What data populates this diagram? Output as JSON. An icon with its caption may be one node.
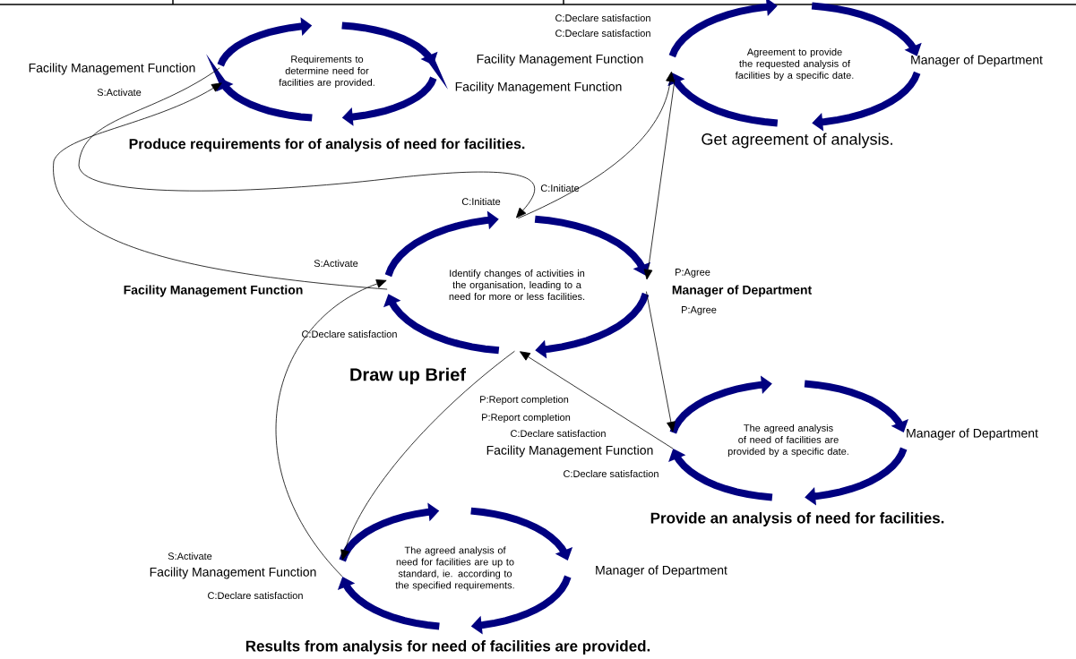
{
  "diagram": {
    "nodes": [
      {
        "text": [
          "Requirements to determine need for facilities are provided.",
          "Produce requirements for of analysis of need for facilities."
        ]
      },
      {
        "text": [
          "Agreement to provide the requested analysis of facilities by a specific date.",
          "Get agreement of analysis."
        ]
      },
      {
        "text": [
          "Identify changes of activities in the organisation, leading to a need for more or less facilities.",
          "Draw up Brief"
        ]
      },
      {
        "text": [
          "The agreed analysis of need of facilities are provided by a specific date.",
          "Provide an analysis of need for facilities."
        ]
      },
      {
        "text": [
          "The agreed analysis of need for facilities are up to standard, ie. according to the specified requirements.",
          "Results from analysis for need of facilities are provided."
        ]
      }
    ],
    "edges": [
      {
        "from": 2,
        "to": 0,
        "arrow": "to"
      },
      {
        "from": 0,
        "to": 2,
        "arrow": "to"
      },
      {
        "from": 2,
        "to": 1,
        "arrow": "to"
      },
      {
        "from": 1,
        "to": 2,
        "arrow": "to"
      },
      {
        "from": 2,
        "to": 3,
        "arrow": "to"
      },
      {
        "from": 3,
        "to": 2,
        "arrow": "to"
      },
      {
        "from": 2,
        "to": 4,
        "arrow": "to"
      },
      {
        "from": 4,
        "to": 2,
        "arrow": "to"
      }
    ],
    "labels": [
      "C:Declare satisfaction",
      "C:Declare satisfaction",
      "Facility Management Function",
      "Manager of Department",
      "Facility Management Function",
      "Facility Management Function",
      "S:Activate",
      "C:Initiate",
      "C:Initiate",
      "S:Activate",
      "P:Agree",
      "Facility Management Function",
      "Manager of Department",
      "P:Agree",
      "C:Declare satisfaction",
      "P:Report completion",
      "P:Report completion",
      "C:Declare satisfaction",
      "Manager of Department",
      "Facility Management Function",
      "C:Declare satisfaction",
      "S:Activate",
      "Manager of Department",
      "Facility Management Function",
      "C:Declare satisfaction"
    ]
  }
}
